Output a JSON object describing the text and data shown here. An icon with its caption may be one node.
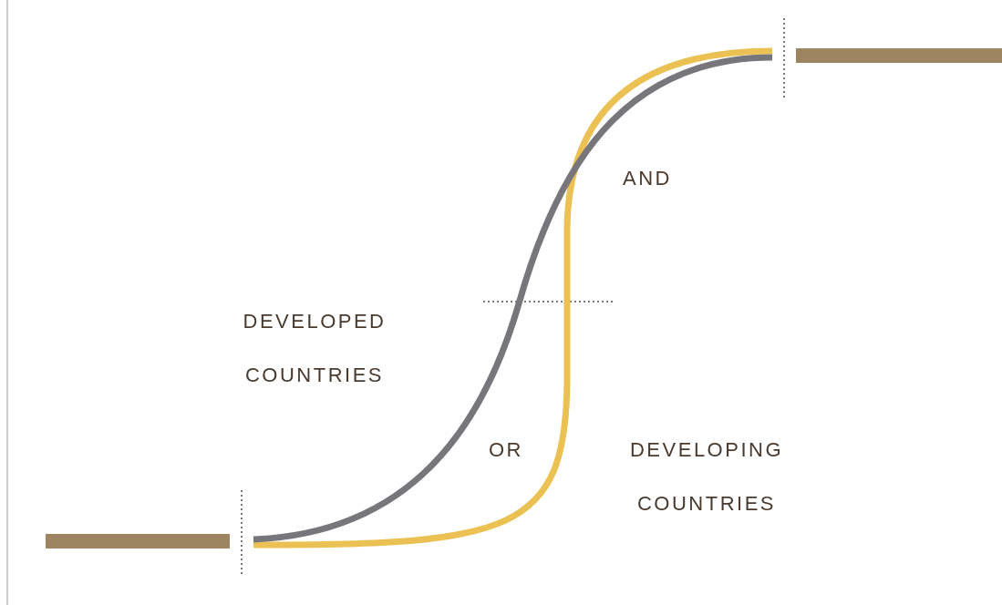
{
  "diagram": {
    "labels": [
      "AND",
      "DEVELOPED COUNTRIES",
      "OR",
      "DEVELOPING COUNTRIES"
    ]
  }
}
